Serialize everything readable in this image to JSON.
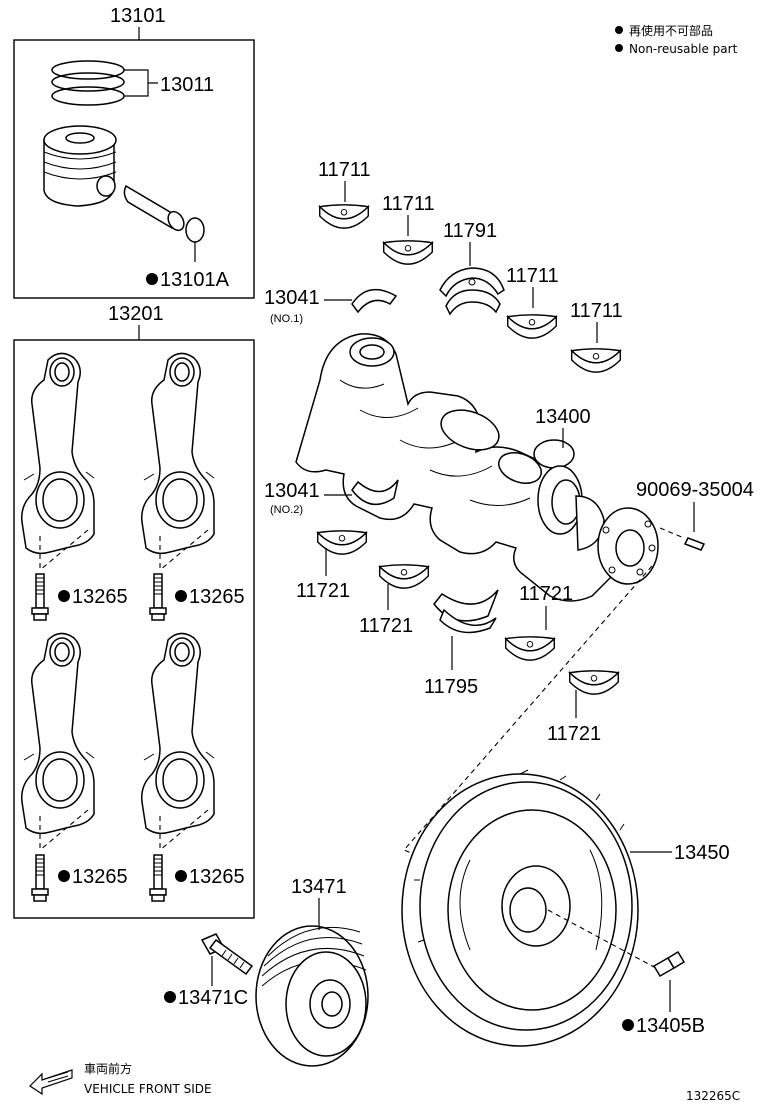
{
  "legend": {
    "line1": "再使用不可部品",
    "line2": "Non-reusable part"
  },
  "labels": {
    "p13101": "13101",
    "p13011": "13011",
    "p13101A": "13101A",
    "p13201": "13201",
    "p13265_a": "13265",
    "p13265_b": "13265",
    "p13265_c": "13265",
    "p13265_d": "13265",
    "p11711_a": "11711",
    "p11711_b": "11711",
    "p11791": "11791",
    "p11711_c": "11711",
    "p11711_d": "11711",
    "p13041_1": "13041",
    "p13041_1_sub": "(NO.1)",
    "p13400": "13400",
    "p13041_2": "13041",
    "p13041_2_sub": "(NO.2)",
    "p90069": "90069-35004",
    "p11721_a": "11721",
    "p11721_b": "11721",
    "p11721_c": "11721",
    "p11795": "11795",
    "p11721_d": "11721",
    "p13450": "13450",
    "p13471": "13471",
    "p13471C": "13471C",
    "p13405B": "13405B"
  },
  "front": {
    "jp": "車両前方",
    "en": "VEHICLE FRONT SIDE"
  },
  "figure_id": "132265C"
}
